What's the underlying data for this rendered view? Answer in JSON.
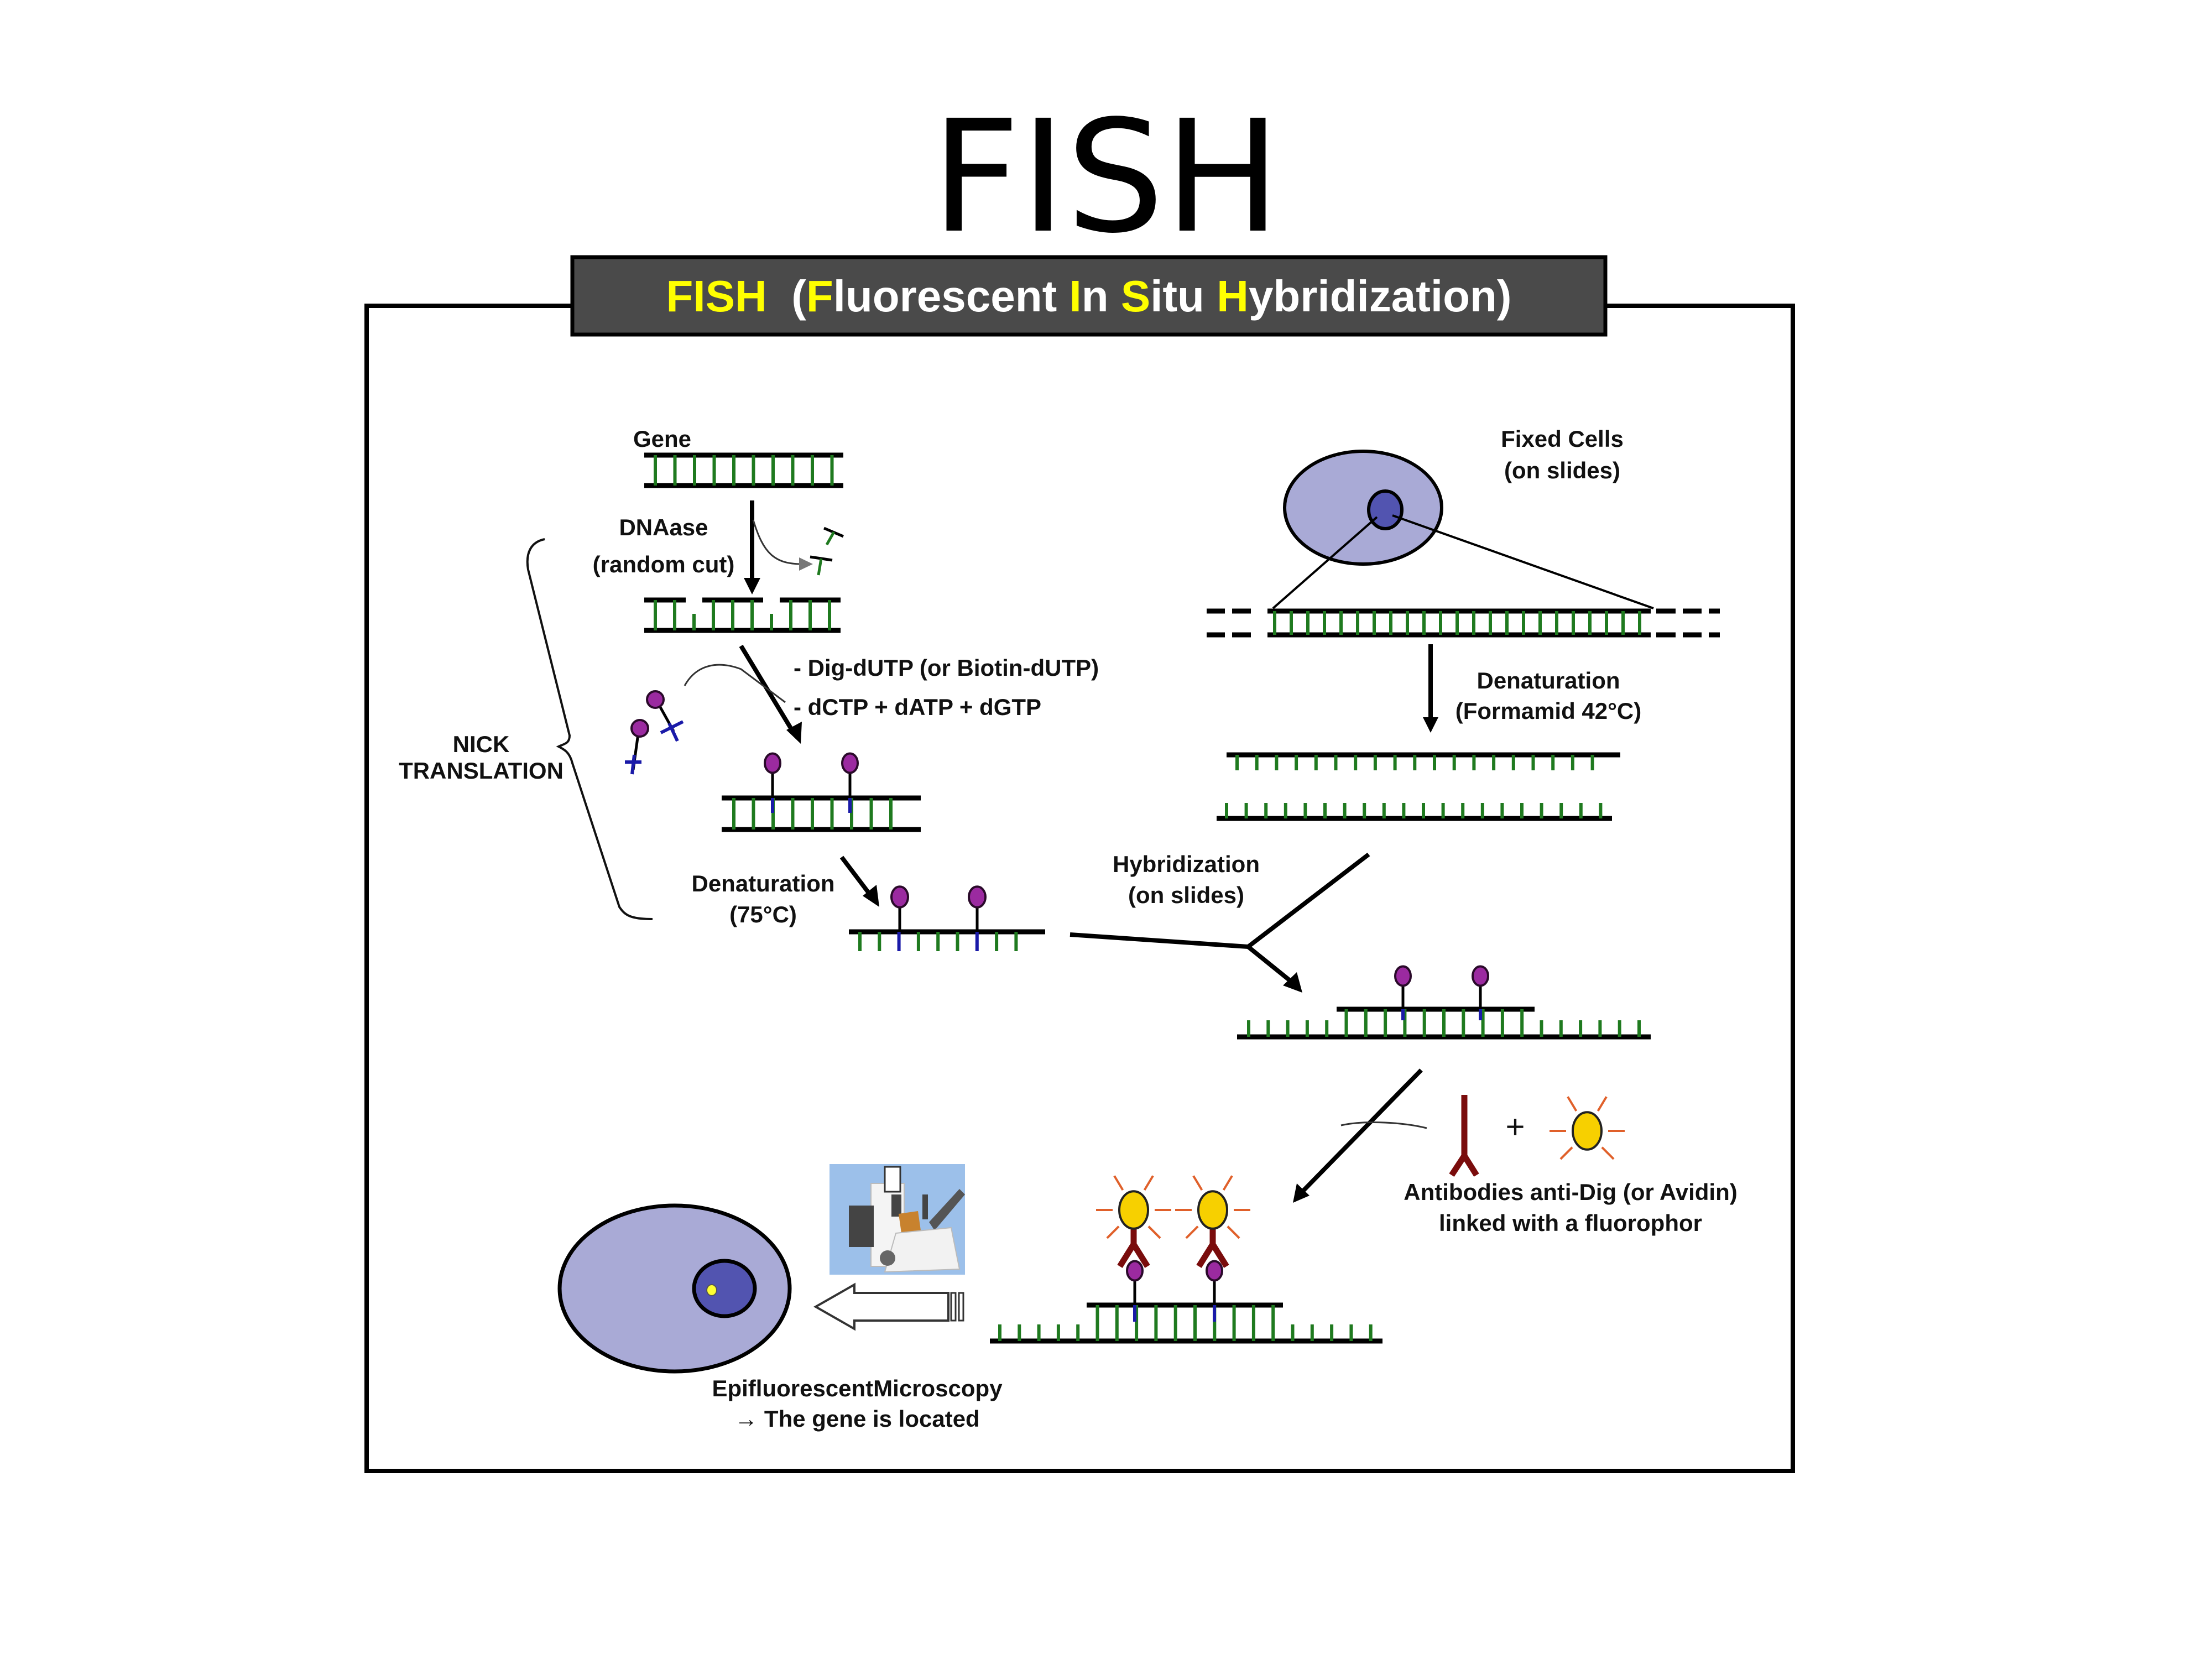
{
  "slide_title": "FISH",
  "banner": {
    "parts": [
      {
        "text": "FISH",
        "highlight": true
      },
      {
        "text": "  (",
        "highlight": false
      },
      {
        "text": "F",
        "highlight": true
      },
      {
        "text": "luorescent ",
        "highlight": false
      },
      {
        "text": "I",
        "highlight": true
      },
      {
        "text": "n ",
        "highlight": false
      },
      {
        "text": "S",
        "highlight": true
      },
      {
        "text": "itu ",
        "highlight": false
      },
      {
        "text": "H",
        "highlight": true
      },
      {
        "text": "ybridization)",
        "highlight": false
      }
    ],
    "background": "#4a4a4a",
    "highlight_color": "#ffff00"
  },
  "labels": {
    "gene": "Gene",
    "dnaase": "DNAase",
    "random_cut": "(random cut)",
    "dig_dutp": "- Dig-dUTP (or Biotin-dUTP)",
    "dntps": "- dCTP + dATP + dGTP",
    "nick_1": "NICK",
    "nick_2": "TRANSLATION",
    "denat1_1": "Denaturation",
    "denat1_2": "(75°C)",
    "fixed_1": "Fixed Cells",
    "fixed_2": "(on slides)",
    "denat2_1": "Denaturation",
    "denat2_2": "(Formamid 42°C)",
    "hybrid_1": "Hybridization",
    "hybrid_2": "(on slides)",
    "plus": "+",
    "antibody_1": "Antibodies anti-Dig (or Avidin)",
    "antibody_2": "linked with a fluorophor",
    "micro_1": "EpifluorescentMicroscopy",
    "micro_2": "→ The gene is located"
  },
  "colors": {
    "dna_rung": "#1f7a1f",
    "label_nucleotide": "#1a1aa8",
    "dig_knob": "#9b2aa0",
    "antibody": "#7a0c0c",
    "fluorophor": "#f7d000",
    "fluor_ray": "#e0602a",
    "cell": "#a9aad6",
    "nucleus": "#5254b0",
    "signal_dot": "#ffff33"
  },
  "icons": {
    "microscope": "microscope-photo",
    "hollow_arrow": "hollow-left-arrow-icon",
    "antibody": "y-shaped-antibody-icon",
    "fluorophore": "sun-burst-fluorophore-icon"
  }
}
